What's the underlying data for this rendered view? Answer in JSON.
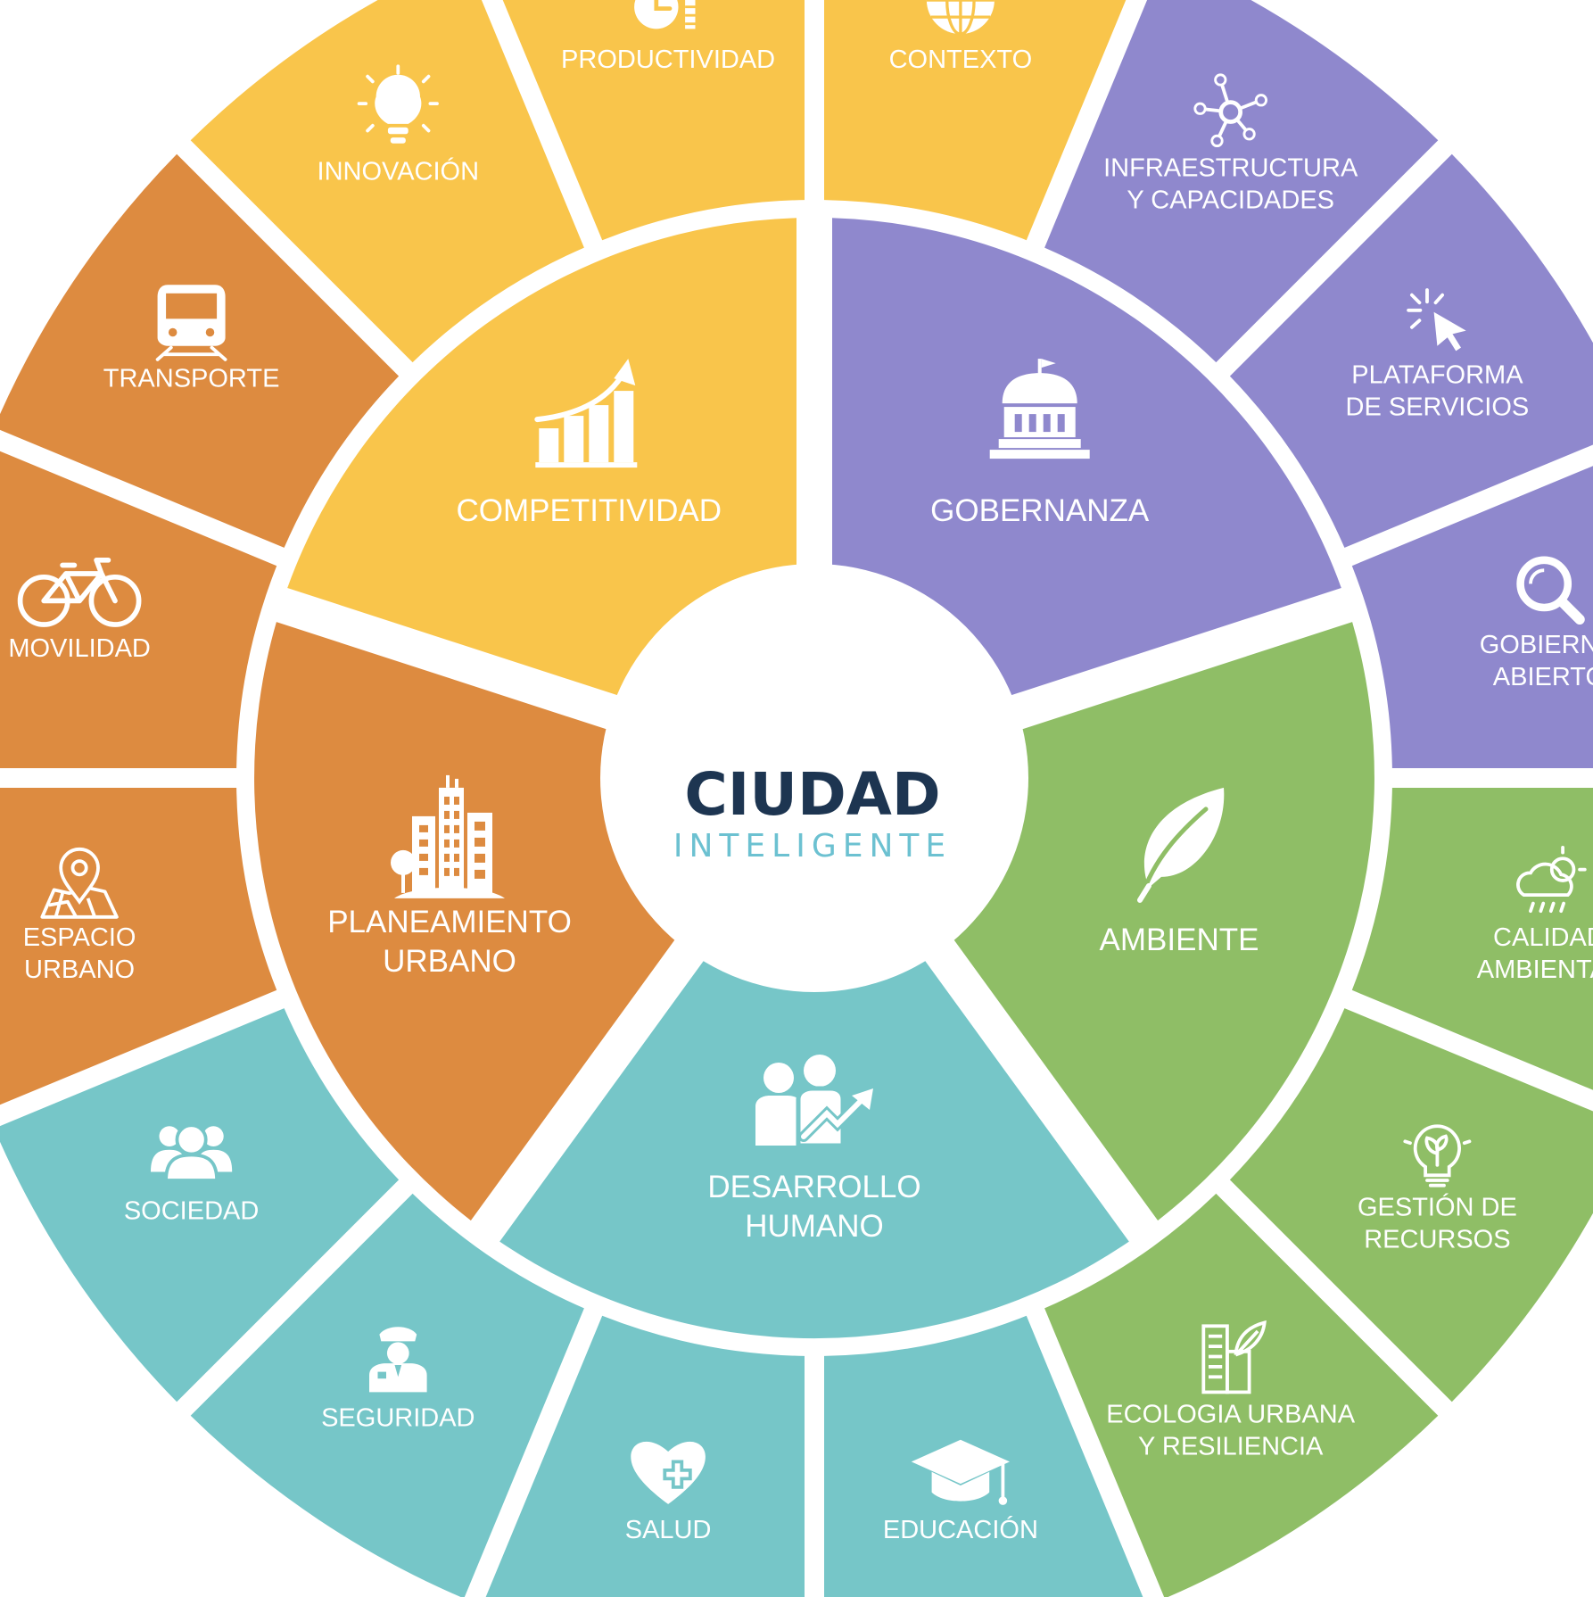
{
  "center": {
    "title": "CIUDAD",
    "subtitle": "INTELIGENTE"
  },
  "colors": {
    "yellow": "#F9C54B",
    "purple": "#8F88CD",
    "green": "#8FBE66",
    "teal": "#76C6C8",
    "orange": "#DD8B40",
    "title": "#1D3551",
    "subtitle": "#6CC1D1"
  },
  "inner_sectors": [
    {
      "name": "competitividad",
      "label": [
        "COMPETITIVIDAD"
      ],
      "color": "yellow",
      "icon": "growth-chart-icon"
    },
    {
      "name": "gobernanza",
      "label": [
        "GOBERNANZA"
      ],
      "color": "purple",
      "icon": "government-building-icon"
    },
    {
      "name": "ambiente",
      "label": [
        "AMBIENTE"
      ],
      "color": "green",
      "icon": "leaf-icon"
    },
    {
      "name": "desarrollo-humano",
      "label": [
        "DESARROLLO",
        "HUMANO"
      ],
      "color": "teal",
      "icon": "people-growth-icon"
    },
    {
      "name": "planeamiento-urbano",
      "label": [
        "PLANEAMIENTO",
        "URBANO"
      ],
      "color": "orange",
      "icon": "city-buildings-icon"
    }
  ],
  "outer_sectors": [
    {
      "name": "contexto",
      "label": [
        "CONTEXTO"
      ],
      "color": "yellow",
      "icon": "globe-icon"
    },
    {
      "name": "infraestructura",
      "label": [
        "INFRAESTRUCTURA",
        "Y CAPACIDADES"
      ],
      "color": "purple",
      "icon": "network-icon"
    },
    {
      "name": "plataforma",
      "label": [
        "PLATAFORMA",
        "DE SERVICIOS"
      ],
      "color": "purple",
      "icon": "cursor-click-icon"
    },
    {
      "name": "gobierno-abierto",
      "label": [
        "GOBIERNO",
        "ABIERTO"
      ],
      "color": "purple",
      "icon": "magnifier-icon"
    },
    {
      "name": "calidad-ambiental",
      "label": [
        "CALIDAD",
        "AMBIENTAL"
      ],
      "color": "green",
      "icon": "weather-cloud-icon"
    },
    {
      "name": "gestion-recursos",
      "label": [
        "GESTIÓN DE",
        "RECURSOS"
      ],
      "color": "green",
      "icon": "eco-bulb-icon"
    },
    {
      "name": "ecologia-urbana",
      "label": [
        "ECOLOGIA URBANA",
        "Y RESILIENCIA"
      ],
      "color": "green",
      "icon": "green-building-icon"
    },
    {
      "name": "educacion",
      "label": [
        "EDUCACIÓN"
      ],
      "color": "teal",
      "icon": "graduation-cap-icon"
    },
    {
      "name": "salud",
      "label": [
        "SALUD"
      ],
      "color": "teal",
      "icon": "health-heart-icon"
    },
    {
      "name": "seguridad",
      "label": [
        "SEGURIDAD"
      ],
      "color": "teal",
      "icon": "police-officer-icon"
    },
    {
      "name": "sociedad",
      "label": [
        "SOCIEDAD"
      ],
      "color": "teal",
      "icon": "group-people-icon"
    },
    {
      "name": "espacio-urbano",
      "label": [
        "ESPACIO",
        "URBANO"
      ],
      "color": "orange",
      "icon": "map-pin-icon"
    },
    {
      "name": "movilidad",
      "label": [
        "MOVILIDAD"
      ],
      "color": "orange",
      "icon": "bicycle-icon"
    },
    {
      "name": "transporte",
      "label": [
        "TRANSPORTE"
      ],
      "color": "orange",
      "icon": "train-icon"
    },
    {
      "name": "innovacion",
      "label": [
        "INNOVACIÓN"
      ],
      "color": "yellow",
      "icon": "lightbulb-icon"
    },
    {
      "name": "productividad",
      "label": [
        "PRODUCTIVIDAD"
      ],
      "color": "yellow",
      "icon": "clock-arrow-icon"
    }
  ]
}
